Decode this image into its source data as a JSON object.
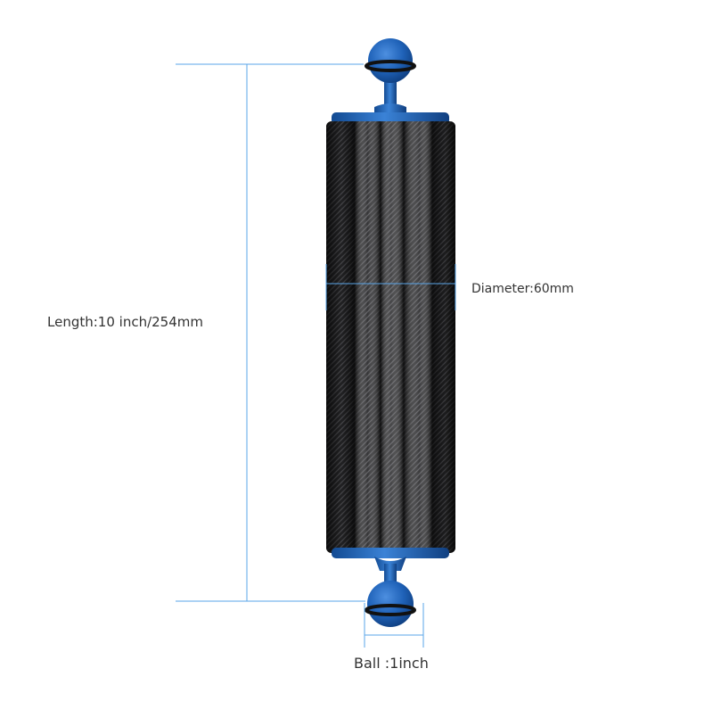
{
  "labels": {
    "length": "Length:10 inch/254mm",
    "diameter": "Diameter:60mm",
    "ball": "Ball :1inch"
  },
  "colors": {
    "dimension_line": "#5aa5e8",
    "anodized_blue": "#1f62b8",
    "carbon_dark": "#1c1c1e",
    "carbon_light": "#4a4a4e",
    "oring": "#111111"
  },
  "icons": [
    "ball-mount-icon",
    "carbon-tube-icon",
    "dimension-arrow-icon"
  ]
}
